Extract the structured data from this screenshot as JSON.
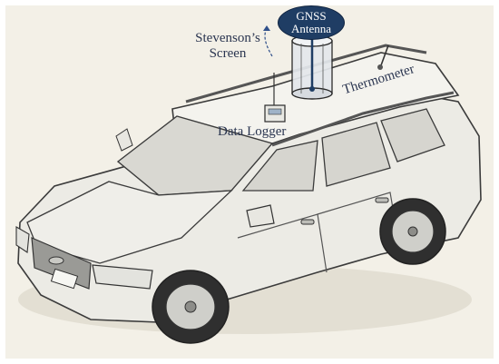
{
  "labels": {
    "gnss_line1": "GNSS",
    "gnss_line2": "Antenna",
    "stevenson_line1": "Stevenson’s",
    "stevenson_line2": "Screen",
    "data_logger": "Data Logger",
    "thermometer": "Thermometer"
  },
  "colors": {
    "paper": "#f3f0e7",
    "ink": "#3b3b3b",
    "label_text": "#2a3550",
    "gnss_fill": "#1f3d64",
    "annotation_arrow": "#2f4f8a"
  }
}
